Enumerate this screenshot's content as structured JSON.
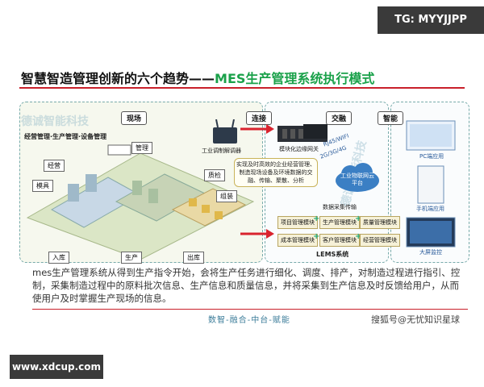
{
  "watermark_top": "TG: MYYJJPP",
  "watermark_bottom": "www.xdcup.com",
  "title_prefix": "智慧智造管理创新的六个趋势——",
  "title_highlight": "MES生产管理系统执行模式",
  "diagram": {
    "section_headers": {
      "site": "现场",
      "connect": "连接",
      "exchange": "交融",
      "smart": "智能"
    },
    "factory_title": "经营管理·生产管理·设备管理",
    "factory_labels": [
      "管理",
      "经营",
      "模具",
      "质检",
      "组装",
      "入库",
      "生产",
      "出库"
    ],
    "gateway_label": "工业调制解调器",
    "module_label": "模块化边缘网关",
    "protocols": [
      "RJ45/WIFI",
      "2G/3G/4G"
    ],
    "realtime_note": "实现及时高效的企业经营管理、制造现场设备及环境数据的交融、传输、聚散、分析",
    "cloud_label": "工业物联网云平台",
    "collect_label": "数据采集传输",
    "modules_row1": [
      "项目管理模块",
      "生产管理模块",
      "质量管理模块"
    ],
    "modules_row2": [
      "成本管理模块",
      "客户管理模块",
      "经营管理模块"
    ],
    "lems_label": "LEMS系统",
    "apps": [
      "PC端应用",
      "手机端应用",
      "大屏监控"
    ],
    "brand_watermark": "德诚智能科技"
  },
  "description": "mes生产管理系统从得到生产指令开始，会将生产任务进行细化、调度、排产，对制造过程进行指引、控制，采集制造过程中的原料批次信息、生产信息和质量信息，并将采集到生产信息及时反馈给用户，从而使用户及时掌握生产现场的信息。",
  "footer_tagline": "数智-融合-中台-赋能",
  "source_credit": "搜狐号@无忧知识星球",
  "colors": {
    "title_green": "#1aa14a",
    "rule_red": "#c9202a",
    "arrow_red": "#d9232e"
  }
}
